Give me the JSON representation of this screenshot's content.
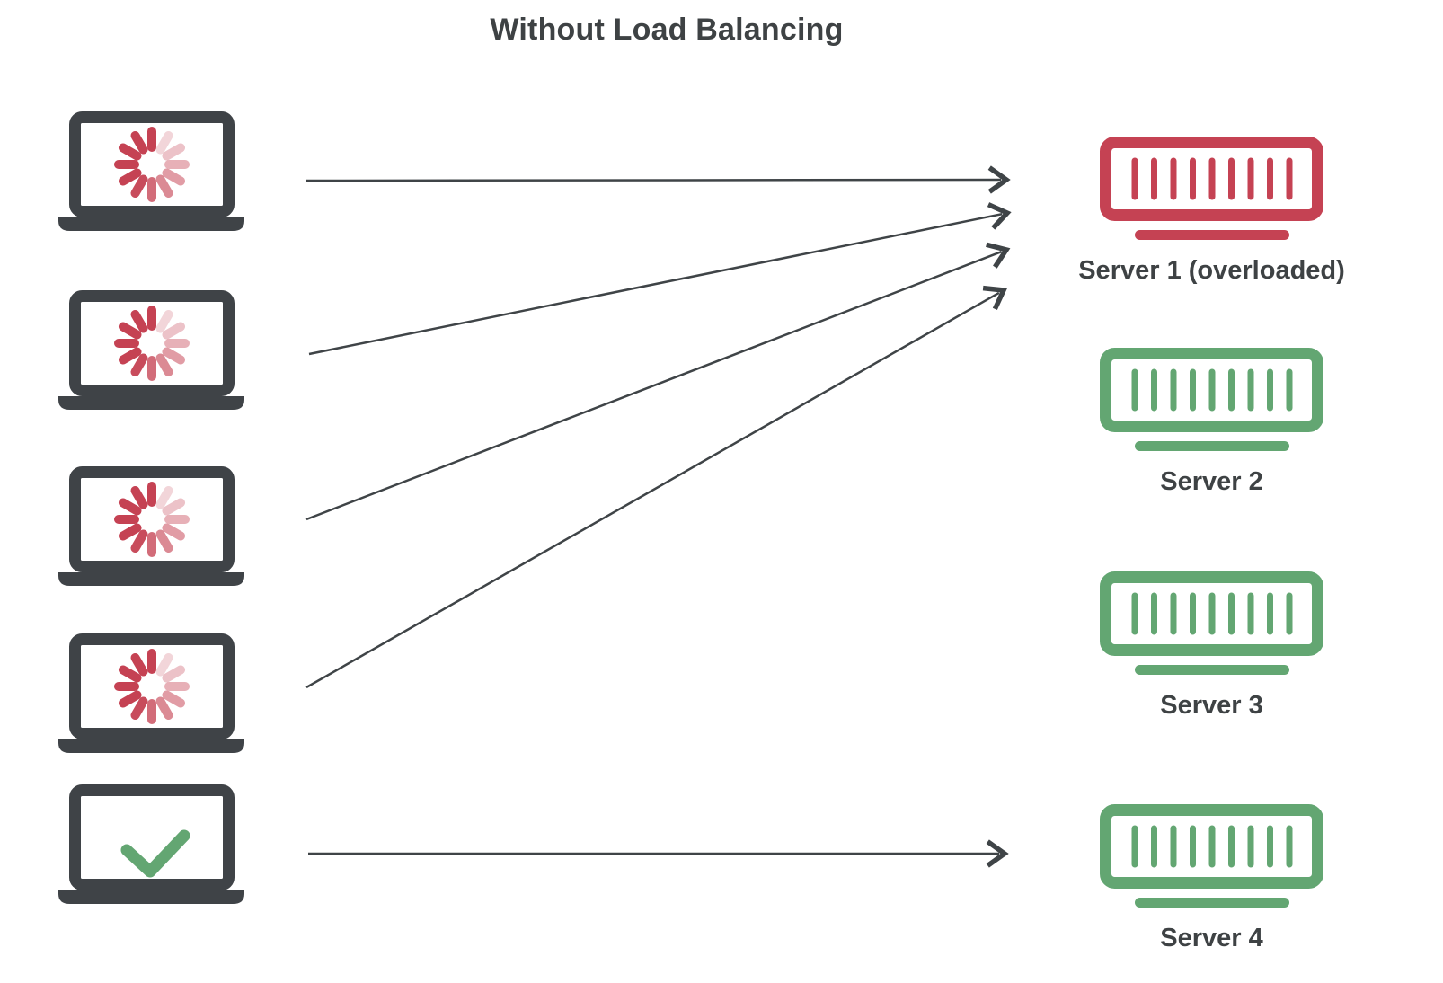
{
  "title": "Without Load Balancing",
  "colors": {
    "red": "#c54253",
    "green": "#63a672",
    "dark": "#3f4347",
    "arrow": "#3f4447",
    "label": "#3e4244"
  },
  "clients": [
    {
      "icon": "laptop-icon",
      "screen_icon": "loading-spinner-icon",
      "status": "loading"
    },
    {
      "icon": "laptop-icon",
      "screen_icon": "loading-spinner-icon",
      "status": "loading"
    },
    {
      "icon": "laptop-icon",
      "screen_icon": "loading-spinner-icon",
      "status": "loading"
    },
    {
      "icon": "laptop-icon",
      "screen_icon": "loading-spinner-icon",
      "status": "loading"
    },
    {
      "icon": "laptop-icon",
      "screen_icon": "checkmark-icon",
      "status": "ok"
    }
  ],
  "servers": [
    {
      "icon": "server-icon",
      "label": "Server 1 (overloaded)",
      "status": "overloaded"
    },
    {
      "icon": "server-icon",
      "label": "Server 2",
      "status": "healthy"
    },
    {
      "icon": "server-icon",
      "label": "Server 3",
      "status": "healthy"
    },
    {
      "icon": "server-icon",
      "label": "Server 4",
      "status": "healthy"
    }
  ],
  "connections": [
    {
      "from_client": 0,
      "to_server": 0
    },
    {
      "from_client": 1,
      "to_server": 0
    },
    {
      "from_client": 2,
      "to_server": 0
    },
    {
      "from_client": 3,
      "to_server": 0
    },
    {
      "from_client": 4,
      "to_server": 3
    }
  ]
}
